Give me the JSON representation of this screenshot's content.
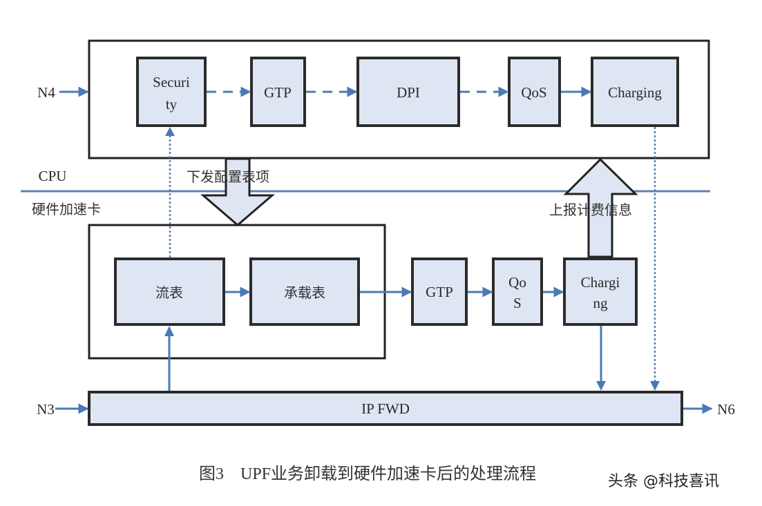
{
  "diagram": {
    "ports": {
      "n4": "N4",
      "n3": "N3",
      "n6": "N6"
    },
    "cpu_layer": {
      "label": "CPU",
      "modules": [
        {
          "id": "security",
          "line1": "Securi",
          "line2": "ty"
        },
        {
          "id": "gtp",
          "line1": "GTP"
        },
        {
          "id": "dpi",
          "line1": "DPI"
        },
        {
          "id": "qos",
          "line1": "QoS"
        },
        {
          "id": "charging",
          "line1": "Charging"
        }
      ]
    },
    "hw_layer": {
      "label": "硬件加速卡",
      "tables": [
        {
          "id": "flow-table",
          "line1": "流表"
        },
        {
          "id": "bearer-table",
          "line1": "承载表"
        }
      ],
      "modules": [
        {
          "id": "gtp",
          "line1": "GTP"
        },
        {
          "id": "qos",
          "line1": "Qo",
          "line2": "S"
        },
        {
          "id": "charging",
          "line1": "Chargi",
          "line2": "ng"
        }
      ],
      "forwarder": "IP FWD"
    },
    "annotations": {
      "config_down": "下发配置表项",
      "report_up": "上报计费信息"
    },
    "caption": "图3　UPF业务卸载到硬件加速卡后的处理流程",
    "watermark": "头条 @科技喜讯",
    "colors": {
      "box_fill": "#dfe6f3",
      "arrow": "#4a7ab5",
      "border": "#2b2b2b",
      "separator": "#5b82b0"
    }
  }
}
